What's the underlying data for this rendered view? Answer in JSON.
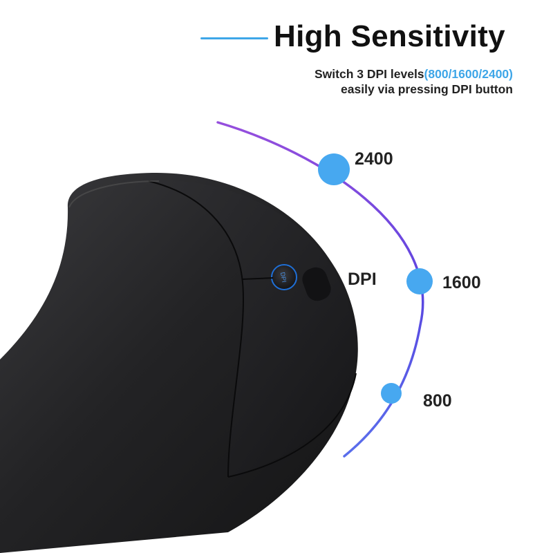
{
  "headline": {
    "title": "High Sensitivity",
    "accent_color": "#3ea6e8"
  },
  "subline": {
    "line1_prefix": "Switch 3 DPI levels",
    "line1_highlight": "(800/1600/2400)",
    "line2": "easily via pressing DPI button"
  },
  "dpi_scale": {
    "levels": [
      "2400",
      "1600",
      "800"
    ],
    "button_label": "DPI",
    "arc_gradient": [
      "#8a3bd9",
      "#3d55e8"
    ],
    "dot_color": "#47a8f0"
  },
  "product": {
    "body_color": "#1c1c1e",
    "button_text": "DPI"
  }
}
